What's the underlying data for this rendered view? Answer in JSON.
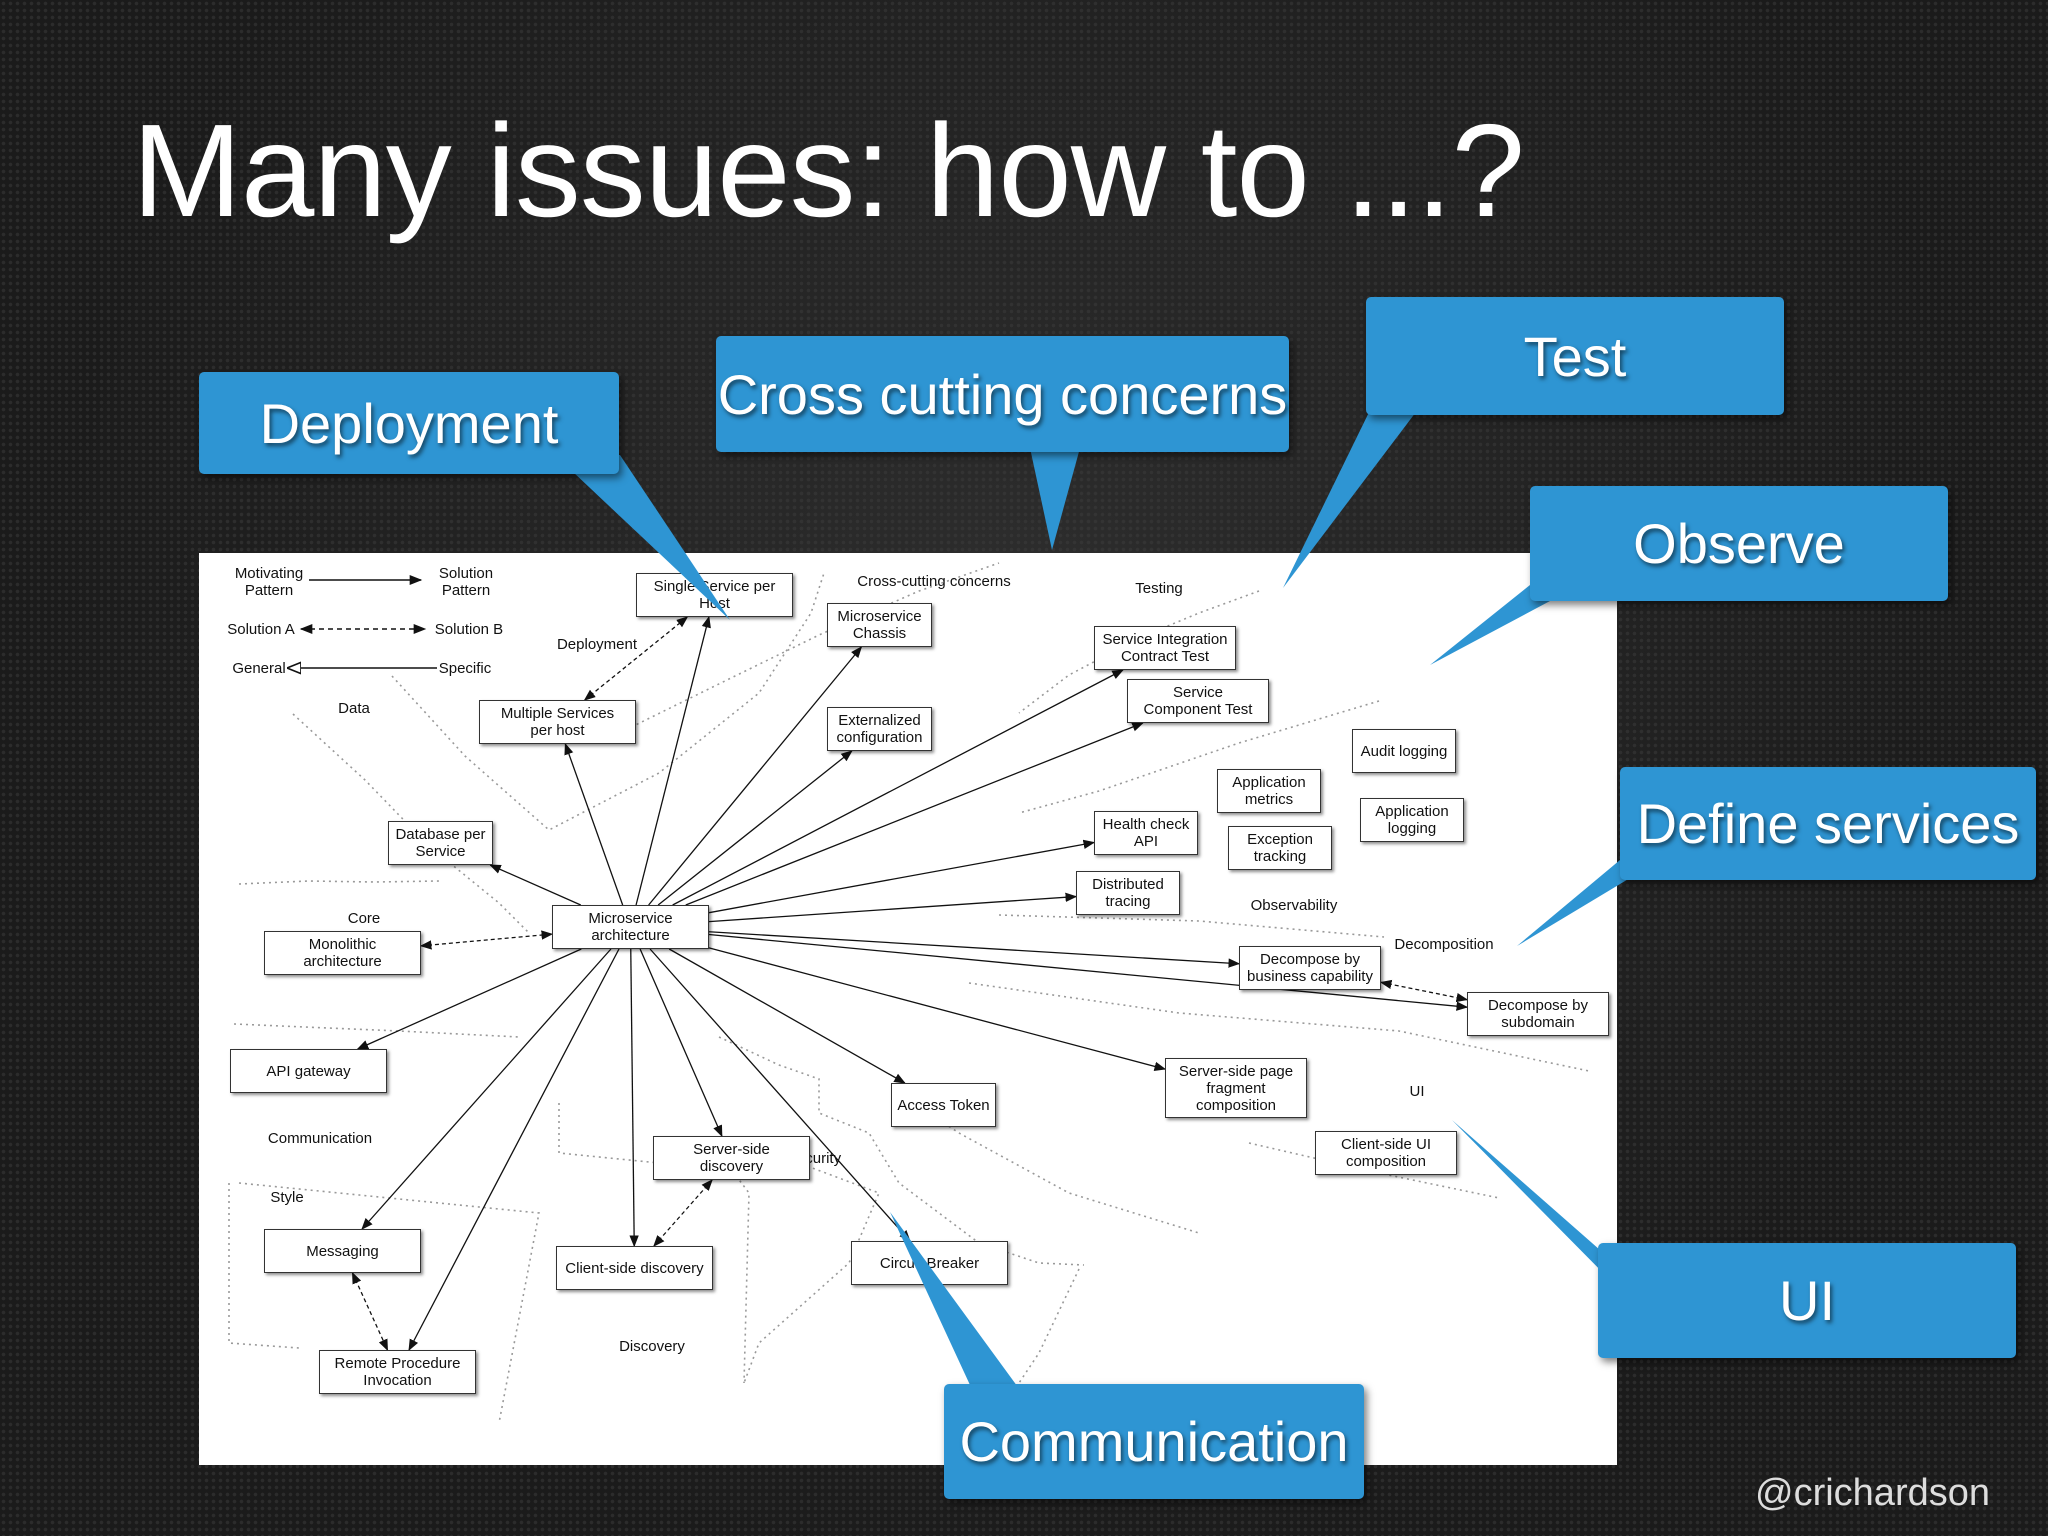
{
  "slide": {
    "title": "Many issues: how to ...?",
    "author": "@crichardson"
  },
  "callouts": {
    "deployment": "Deployment",
    "cross_cutting": "Cross cutting concerns",
    "test": "Test",
    "observe": "Observe",
    "define_services": "Define services",
    "ui": "UI",
    "communication": "Communication"
  },
  "legend": {
    "motivating_pattern": "Motivating\nPattern",
    "solution_pattern": "Solution\nPattern",
    "solution_a": "Solution A",
    "solution_b": "Solution B",
    "general": "General",
    "specific": "Specific"
  },
  "groups": {
    "data": "Data",
    "deployment": "Deployment",
    "cross_cutting": "Cross-cutting concerns",
    "testing": "Testing",
    "core": "Core",
    "observability": "Observability",
    "decomposition": "Decomposition",
    "communication": "Communication",
    "style": "Style",
    "discovery": "Discovery",
    "security": "Security",
    "ui": "UI"
  },
  "nodes": {
    "single_service_per_host": "Single Service per\nHost",
    "multiple_services_per_host": "Multiple Services\nper host",
    "microservice_chassis": "Microservice\nChassis",
    "externalized_configuration": "Externalized\nconfiguration",
    "service_integration_contract_test": "Service Integration\nContract Test",
    "service_component_test": "Service\nComponent Test",
    "audit_logging": "Audit logging",
    "application_metrics": "Application\nmetrics",
    "application_logging": "Application\nlogging",
    "health_check_api": "Health check\nAPI",
    "exception_tracking": "Exception\ntracking",
    "distributed_tracing": "Distributed\ntracing",
    "database_per_service": "Database per\nService",
    "microservice_architecture": "Microservice\narchitecture",
    "monolithic_architecture": "Monolithic\narchitecture",
    "decompose_by_business_capability": "Decompose by\nbusiness capability",
    "decompose_by_subdomain": "Decompose by\nsubdomain",
    "api_gateway": "API gateway",
    "server_side_page_fragment_composition": "Server-side page\nfragment\ncomposition",
    "access_token": "Access Token",
    "server_side_discovery": "Server-side\ndiscovery",
    "client_side_ui_composition": "Client-side  UI\ncomposition",
    "messaging": "Messaging",
    "client_side_discovery": "Client-side discovery",
    "circuit_breaker": "Circuit Breaker",
    "remote_procedure_invocation": "Remote Procedure\nInvocation"
  }
}
